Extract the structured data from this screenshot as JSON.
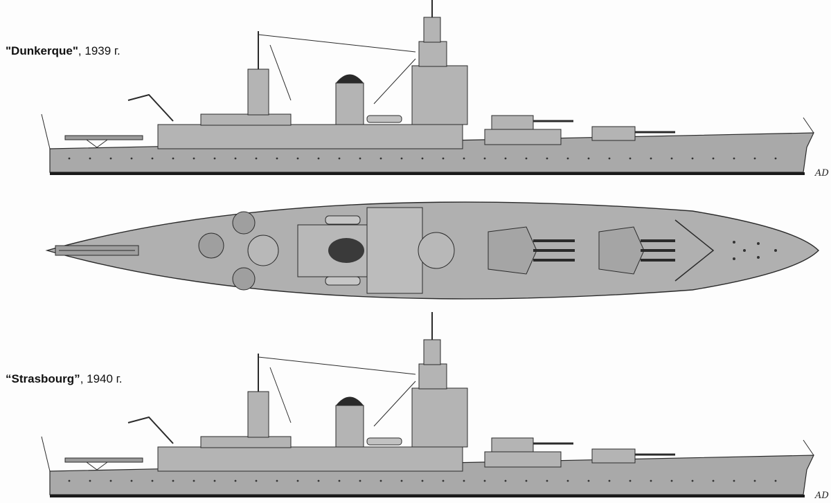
{
  "ships": [
    {
      "name": "\"Dunkerque\"",
      "year": ", 1939 г."
    },
    {
      "name": "“Strasbourg”",
      "year": ", 1940 г."
    }
  ],
  "signature": "AD",
  "colors": {
    "hull": "#a9a9a9",
    "deck": "#b4b4b4",
    "line": "#2a2a2a",
    "waterline": "#1a1a1a"
  }
}
